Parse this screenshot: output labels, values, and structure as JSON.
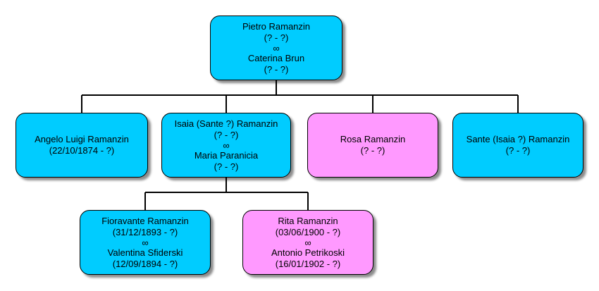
{
  "colors": {
    "male": "#00ccff",
    "female": "#ff99ff",
    "connector": "#000000"
  },
  "tree": {
    "root": {
      "person": {
        "name": "Pietro Ramanzin",
        "dates": "(? - ?)"
      },
      "separator": "∞",
      "spouse": {
        "name": "Caterina Brun",
        "dates": "(? - ?)"
      }
    },
    "children": [
      {
        "name": "Angelo Luigi Ramanzin",
        "dates": "(22/10/1874 - ?)"
      },
      {
        "name": "Isaia (Sante ?) Ramanzin",
        "dates": "(? - ?)",
        "separator": "∞",
        "spouse": {
          "name": "Maria Paranicia",
          "dates": "(? - ?)"
        }
      },
      {
        "name": "Rosa Ramanzin",
        "dates": "(? - ?)"
      },
      {
        "name": "Sante (Isaia ?) Ramanzin",
        "dates": "(? - ?)"
      }
    ],
    "grandchildren": [
      {
        "name": "Fioravante Ramanzin",
        "dates": "(31/12/1893 - ?)",
        "separator": "∞",
        "spouse": {
          "name": "Valentina Sfiderski",
          "dates": "(12/09/1894 - ?)"
        }
      },
      {
        "name": "Rita Ramanzin",
        "dates": "(03/06/1900 - ?)",
        "separator": "∞",
        "spouse": {
          "name": "Antonio Petrikoski",
          "dates": "(16/01/1902 - ?)"
        }
      }
    ]
  }
}
